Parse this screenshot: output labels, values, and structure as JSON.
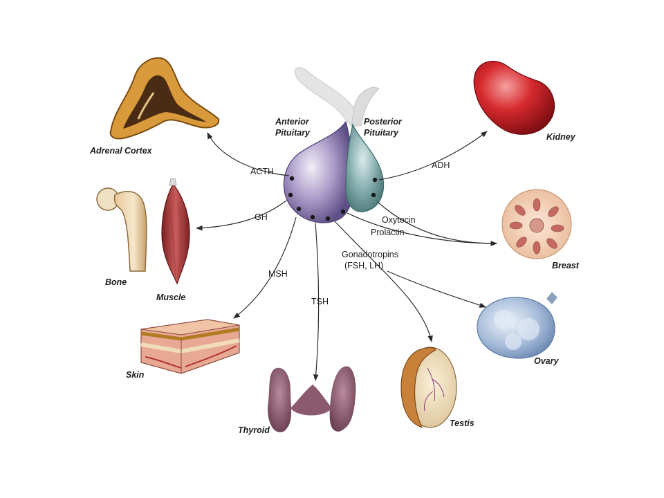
{
  "pituitary": {
    "anterior_label": [
      "Anterior",
      "Pituitary"
    ],
    "posterior_label": [
      "Posterior",
      "Pituitary"
    ]
  },
  "hormones": {
    "acth": "ACTH",
    "gh": "GH",
    "msh": "MSH",
    "tsh": "TSH",
    "gonadotropins": [
      "Gonadotropins",
      "(FSH, LH)"
    ],
    "prolactin": "Prolactin",
    "oxytocin": "Oxytocin",
    "adh": "ADH"
  },
  "organs": {
    "adrenal_cortex": "Adrenal Cortex",
    "bone": "Bone",
    "muscle": "Muscle",
    "skin": "Skin",
    "thyroid": "Thyroid",
    "testis": "Testis",
    "ovary": "Ovary",
    "breast": "Breast",
    "kidney": "Kidney"
  }
}
